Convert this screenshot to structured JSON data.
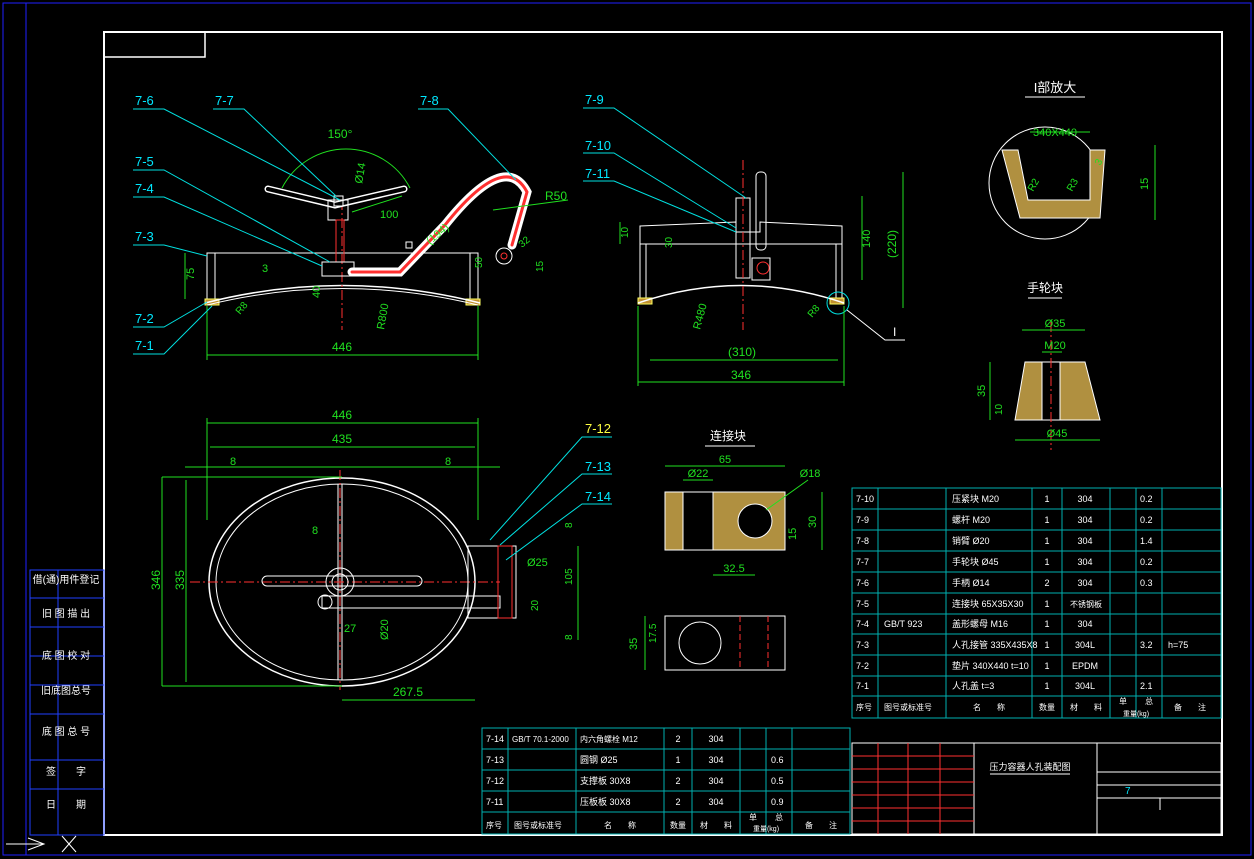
{
  "colors": {
    "background": "#000000",
    "frame": "#ffffff",
    "outer_border": "#2020ff",
    "leader": "#00e0e0",
    "dimension": "#20e020",
    "center_line": "#ff3030",
    "part_outline": "#ffffff",
    "part_fill": "#b09040",
    "table_line": "#00b0b0",
    "table_text": "#ffffff"
  },
  "side_strip": {
    "rows": [
      "借(通)用件登记",
      "旧 图 描 出",
      "底 图 校 对",
      "旧底图总号",
      "底 图 总 号",
      "签　　字",
      "日　　期"
    ]
  },
  "view_a": {
    "part_labels": [
      "7-6",
      "7-7",
      "7-8",
      "7-5",
      "7-4",
      "7-3",
      "7-2",
      "7-1"
    ],
    "dims": {
      "angle": "150°",
      "d14": "Ø14",
      "l100": "100",
      "r50": "R50",
      "l194": "(194)",
      "l50": "50",
      "l32": "32",
      "l15": "15",
      "h75": "75",
      "t3": "3",
      "h40": "40",
      "r800": "R800",
      "r8": "R8",
      "w446": "446"
    }
  },
  "view_b": {
    "part_labels": [
      "7-9",
      "7-10",
      "7-11"
    ],
    "dims": {
      "h10": "10",
      "h30": "30",
      "h140": "140",
      "h220": "(220)",
      "r480": "R480",
      "r8": "R8",
      "w310": "(310)",
      "w346": "346",
      "detail_mark": "I"
    }
  },
  "view_c": {
    "part_labels": [
      "7-12",
      "7-13",
      "7-14"
    ],
    "dims": {
      "w446": "446",
      "w435": "435",
      "e8a": "8",
      "e8b": "8",
      "c8": "8",
      "h346": "346",
      "h335": "335",
      "d25": "Ø25",
      "d20": "Ø20",
      "v8a": "8",
      "v105": "105",
      "v20": "20",
      "v8b": "8",
      "w27": "27",
      "w267": "267.5"
    }
  },
  "detail_i": {
    "title": "I部放大",
    "dims": {
      "size": "340X440",
      "r2": "R2",
      "r3": "R3",
      "h3": "3",
      "h15": "15"
    }
  },
  "handle_seat": {
    "title": "手轮块",
    "dims": {
      "d35": "Ø35",
      "m20": "M20",
      "h35": "35",
      "h10": "10",
      "d45": "Ø45"
    }
  },
  "connector": {
    "title": "连接块",
    "dims": {
      "w65": "65",
      "d22": "Ø22",
      "d18": "Ø18",
      "h30": "30",
      "h15": "15",
      "w32": "32.5",
      "h35": "35",
      "h17": "17.5"
    }
  },
  "parts_table": {
    "rows": [
      [
        "7-10",
        "",
        "压紧块 M20",
        "1",
        "304",
        "",
        "0.2",
        ""
      ],
      [
        "7-9",
        "",
        "螺杆 M20",
        "1",
        "304",
        "",
        "0.2",
        ""
      ],
      [
        "7-8",
        "",
        "销臂 Ø20",
        "1",
        "304",
        "",
        "1.4",
        ""
      ],
      [
        "7-7",
        "",
        "手轮块 Ø45",
        "1",
        "304",
        "",
        "0.2",
        ""
      ],
      [
        "7-6",
        "",
        "手柄 Ø14",
        "2",
        "304",
        "",
        "0.3",
        ""
      ],
      [
        "7-5",
        "",
        "连接块 65X35X30",
        "1",
        "不锈钢板",
        "",
        "",
        ""
      ],
      [
        "7-4",
        "GB/T 923",
        "盖形螺母 M16",
        "1",
        "304",
        "",
        "",
        ""
      ],
      [
        "7-3",
        "",
        "人孔接管 335X435X8",
        "1",
        "304L",
        "",
        "3.2",
        "h=75"
      ],
      [
        "7-2",
        "",
        "垫片 340X440 t=10",
        "1",
        "EPDM",
        "",
        "",
        ""
      ],
      [
        "7-1",
        "",
        "人孔盖 t=3",
        "1",
        "304L",
        "",
        "2.1",
        ""
      ]
    ],
    "header": [
      "序号",
      "图号或标准号",
      "名　　称",
      "数量",
      "材　　料",
      "单",
      "总",
      "备　　注"
    ],
    "weight_label": "重量(kg)"
  },
  "lower_table": {
    "rows": [
      [
        "7-14",
        "GB/T 70.1-2000",
        "内六角螺栓 M12",
        "2",
        "304",
        "",
        "",
        ""
      ],
      [
        "7-13",
        "",
        "圆钢 Ø25",
        "1",
        "304",
        "",
        "0.6",
        ""
      ],
      [
        "7-12",
        "",
        "支撑板 30X8",
        "2",
        "304",
        "",
        "0.5",
        ""
      ],
      [
        "7-11",
        "",
        "压板板 30X8",
        "2",
        "304",
        "",
        "0.9",
        ""
      ]
    ],
    "header": [
      "序号",
      "图号或标准号",
      "名　　称",
      "数量",
      "材　　料",
      "单",
      "总",
      "备　　注"
    ],
    "weight_label": "重量(kg)"
  },
  "title_block": {
    "drawing_name": "压力容器人孔装配图",
    "sheet_value": "7"
  },
  "corner_glyph": "X"
}
